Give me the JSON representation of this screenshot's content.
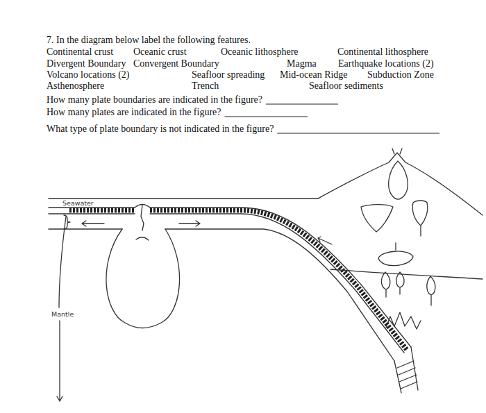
{
  "diagram": {
    "labels": [
      "7. In the diagram below label the following features.",
      "Continental crust",
      "Oceanic crust",
      "Oceanic lithosphere",
      "Continental lithosphere",
      "Divergent Boundary",
      "Convergent Boundary",
      "Magma",
      "Earthquake locations (2)",
      "Volcano locations (2)",
      "Seafloor spreading",
      "Mid-ocean Ridge",
      "Subduction Zone",
      "Asthenosphere",
      "Trench",
      "Seafloor sediments",
      "How many plate boundaries are indicated in the figure?",
      "How many plates are indicated in the figure?",
      "What type of plate boundary is not indicated in the figure?",
      "Seawater",
      "Mantle"
    ]
  }
}
